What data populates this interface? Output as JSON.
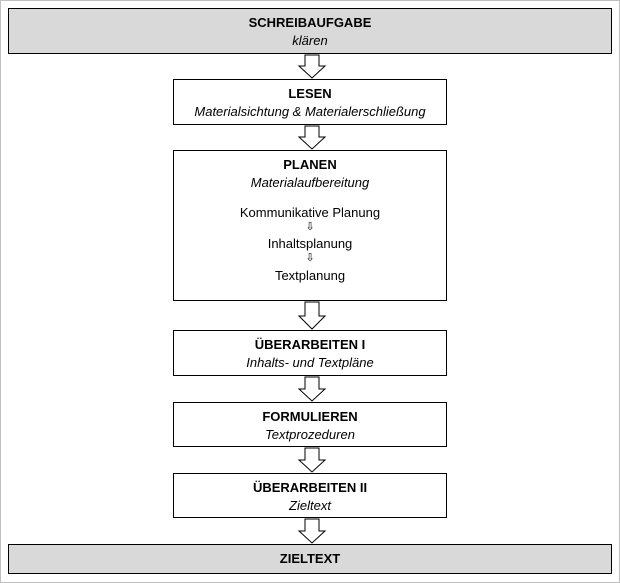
{
  "steps": [
    {
      "title": "SCHREIBAUFGABE",
      "subtitle": "klären"
    },
    {
      "title": "LESEN",
      "subtitle": "Materialsichtung & Materialerschließung"
    },
    {
      "title": "PLANEN",
      "subtitle": "Materialaufbereitung",
      "substeps": [
        "Kommunikative Planung",
        "Inhaltsplanung",
        "Textplanung"
      ]
    },
    {
      "title": "ÜBERARBEITEN I",
      "subtitle": "Inhalts- und Textpläne"
    },
    {
      "title": "FORMULIEREN",
      "subtitle": "Textprozeduren"
    },
    {
      "title": "ÜBERARBEITEN II",
      "subtitle": "Zieltext"
    },
    {
      "title": "ZIELTEXT"
    }
  ],
  "colors": {
    "grey_box": "#d9d9d9",
    "white_box": "#ffffff",
    "stroke": "#000000"
  },
  "icons": {
    "flow_arrow": "hollow-down-arrow-icon",
    "small_arrow": "small-hollow-down-arrow-icon"
  }
}
